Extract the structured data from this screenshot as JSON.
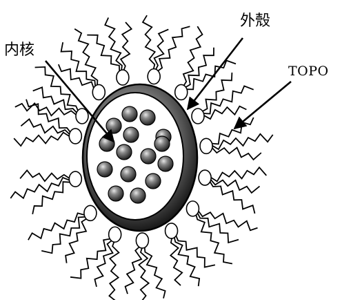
{
  "labels": {
    "core": "内核",
    "shell": "外殼",
    "ligand": "TOPO"
  },
  "style": {
    "ink": "#000000",
    "background": "#ffffff"
  }
}
